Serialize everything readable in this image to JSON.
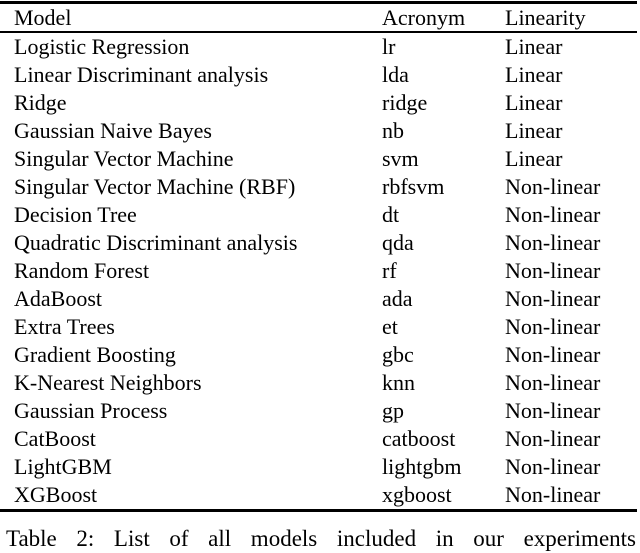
{
  "table": {
    "columns": [
      "Model",
      "Acronym",
      "Linearity"
    ],
    "rows": [
      {
        "model": "Logistic Regression",
        "acronym": "lr",
        "linearity": "Linear"
      },
      {
        "model": "Linear Discriminant analysis",
        "acronym": "lda",
        "linearity": "Linear"
      },
      {
        "model": "Ridge",
        "acronym": "ridge",
        "linearity": "Linear"
      },
      {
        "model": "Gaussian Naive Bayes",
        "acronym": "nb",
        "linearity": "Linear"
      },
      {
        "model": "Singular Vector Machine",
        "acronym": "svm",
        "linearity": "Linear"
      },
      {
        "model": "Singular Vector Machine (RBF)",
        "acronym": "rbfsvm",
        "linearity": "Non-linear"
      },
      {
        "model": "Decision Tree",
        "acronym": "dt",
        "linearity": "Non-linear"
      },
      {
        "model": "Quadratic Discriminant analysis",
        "acronym": "qda",
        "linearity": "Non-linear"
      },
      {
        "model": "Random Forest",
        "acronym": "rf",
        "linearity": "Non-linear"
      },
      {
        "model": "AdaBoost",
        "acronym": "ada",
        "linearity": "Non-linear"
      },
      {
        "model": "Extra Trees",
        "acronym": "et",
        "linearity": "Non-linear"
      },
      {
        "model": "Gradient Boosting",
        "acronym": "gbc",
        "linearity": "Non-linear"
      },
      {
        "model": "K-Nearest Neighbors",
        "acronym": "knn",
        "linearity": "Non-linear"
      },
      {
        "model": "Gaussian Process",
        "acronym": "gp",
        "linearity": "Non-linear"
      },
      {
        "model": "CatBoost",
        "acronym": "catboost",
        "linearity": "Non-linear"
      },
      {
        "model": "LightGBM",
        "acronym": "lightgbm",
        "linearity": "Non-linear"
      },
      {
        "model": "XGBoost",
        "acronym": "xgboost",
        "linearity": "Non-linear"
      }
    ]
  },
  "caption": "Table 2: List of all models included in our experiments",
  "colors": {
    "text": "#000000",
    "background": "#ffffff",
    "rule": "#000000"
  }
}
